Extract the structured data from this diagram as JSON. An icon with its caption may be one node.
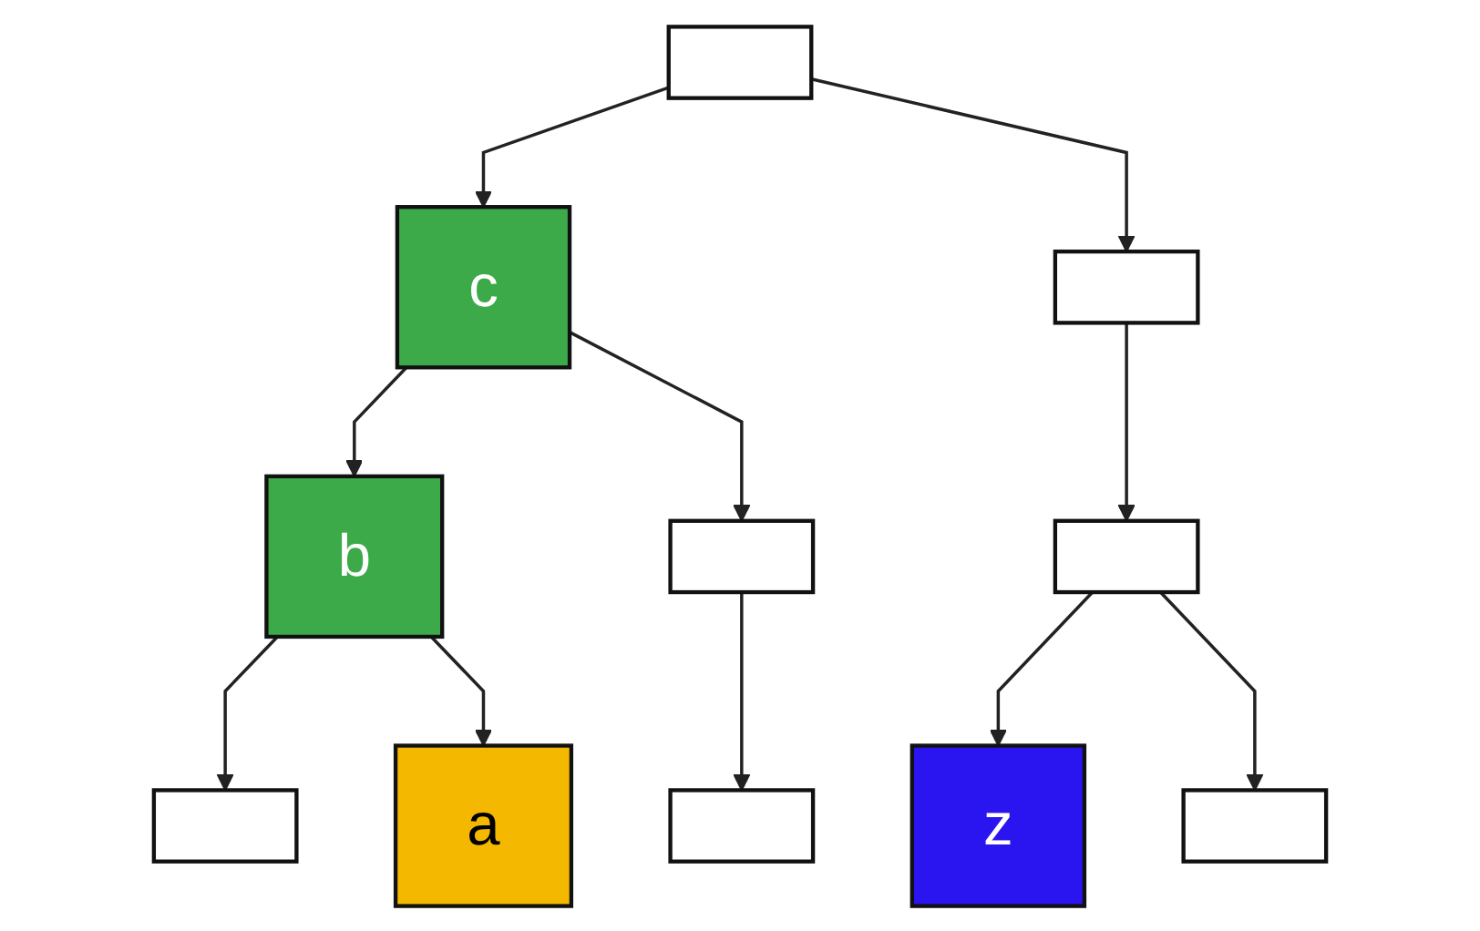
{
  "diagram": {
    "nodes": [
      {
        "text": [],
        "shape": "box"
      },
      {
        "text": [
          "c"
        ]
      },
      {
        "text": [],
        "shape": "box"
      },
      {
        "text": [
          "b"
        ]
      },
      {
        "text": [],
        "shape": "box"
      },
      {
        "text": [],
        "shape": "box"
      },
      {
        "text": [],
        "shape": "box"
      },
      {
        "text": [
          "a"
        ]
      },
      {
        "text": [],
        "shape": "box"
      },
      {
        "text": [
          "z"
        ]
      },
      {
        "text": [],
        "shape": "box"
      }
    ],
    "edges": [
      {
        "from": 0,
        "to": 1,
        "arrow": "to"
      },
      {
        "from": 0,
        "to": 2,
        "arrow": "to"
      },
      {
        "from": 1,
        "to": 3,
        "arrow": "to"
      },
      {
        "from": 1,
        "to": 4,
        "arrow": "to"
      },
      {
        "from": 2,
        "to": 5,
        "arrow": "to"
      },
      {
        "from": 3,
        "to": 6,
        "arrow": "to"
      },
      {
        "from": 3,
        "to": 7,
        "arrow": "to"
      },
      {
        "from": 4,
        "to": 8,
        "arrow": "to"
      },
      {
        "from": 5,
        "to": 9,
        "arrow": "to"
      },
      {
        "from": 5,
        "to": 10,
        "arrow": "to"
      }
    ]
  }
}
